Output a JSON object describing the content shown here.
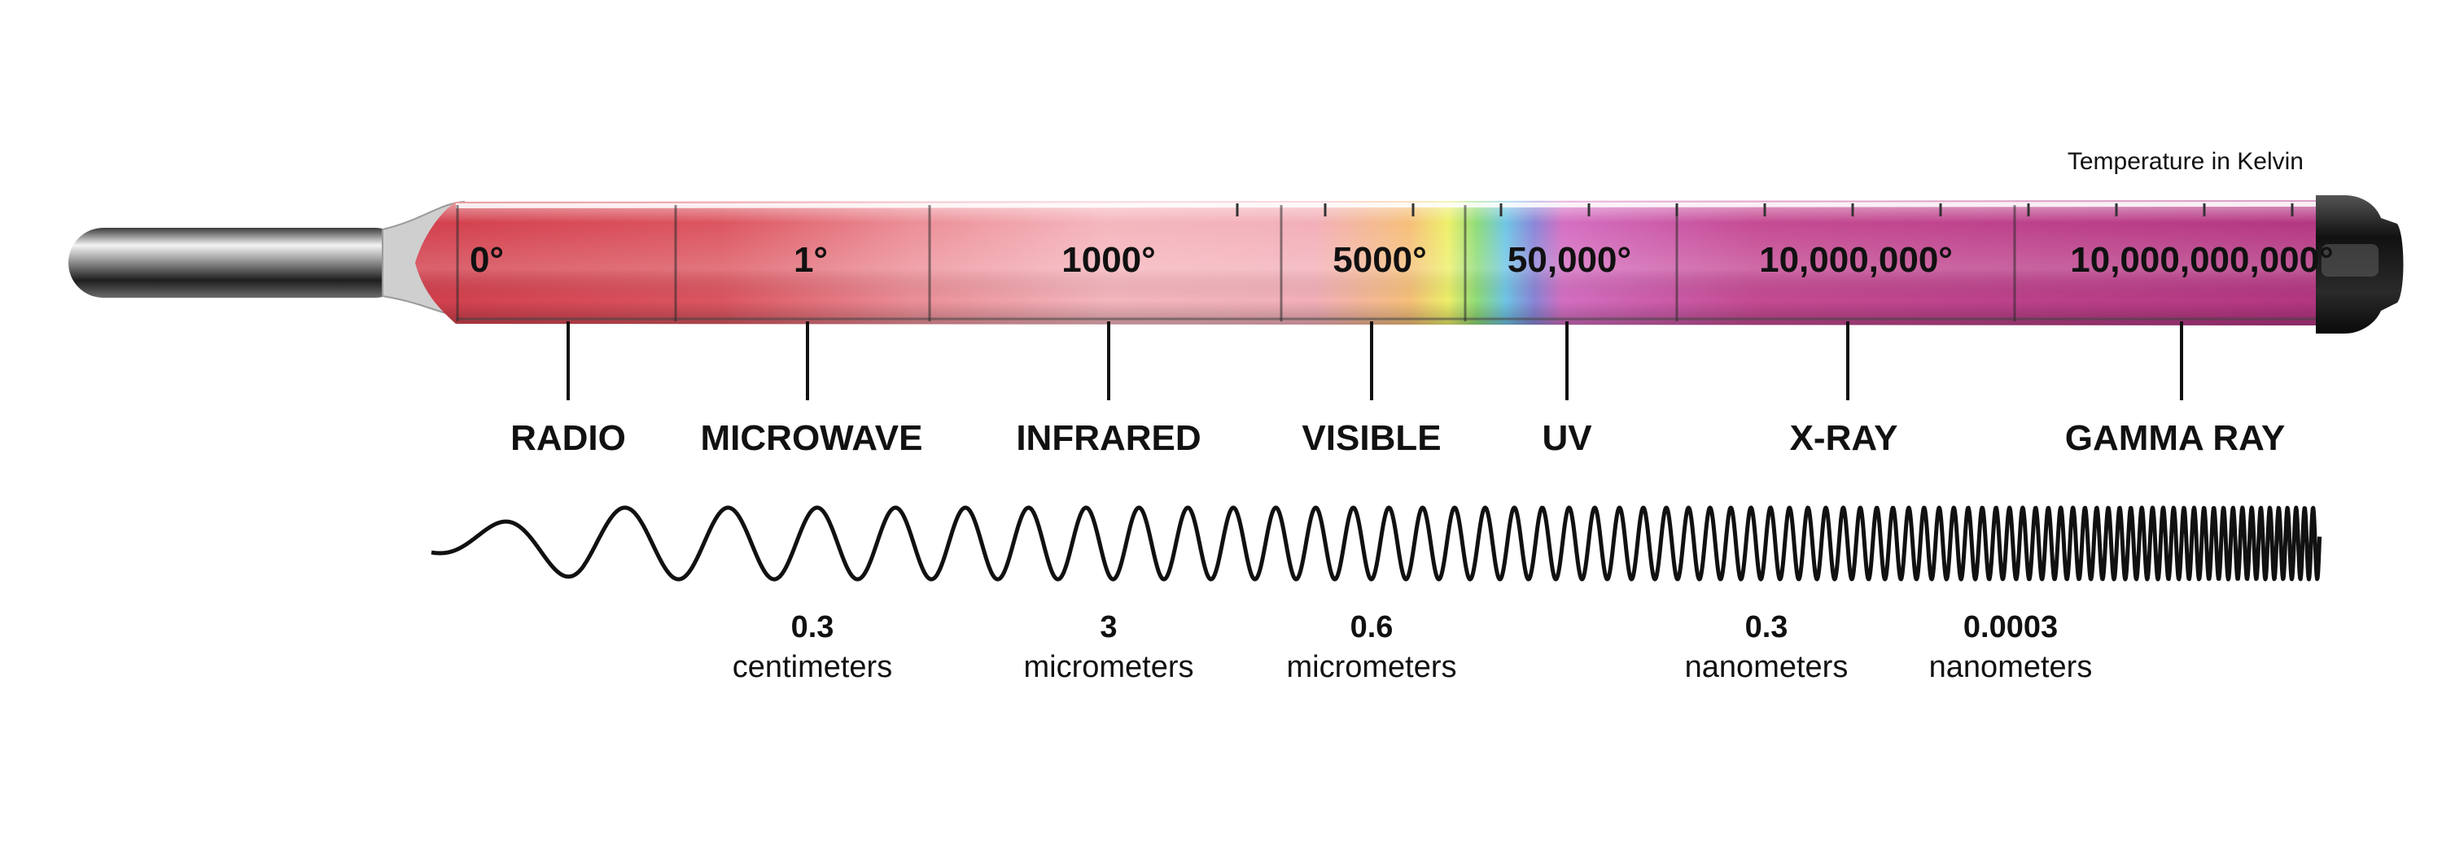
{
  "caption": "Temperature in Kelvin",
  "temperatures": [
    "0°",
    "1°",
    "1000°",
    "5000°",
    "50,000°",
    "10,000,000°",
    "10,000,000,000°"
  ],
  "bands": [
    "RADIO",
    "MICROWAVE",
    "INFRARED",
    "VISIBLE",
    "UV",
    "X-RAY",
    "GAMMA RAY"
  ],
  "wavelengths": [
    {
      "value": "0.3",
      "unit": "centimeters"
    },
    {
      "value": "3",
      "unit": "micrometers"
    },
    {
      "value": "0.6",
      "unit": "micrometers"
    },
    {
      "value": "0.3",
      "unit": "nanometers"
    },
    {
      "value": "0.0003",
      "unit": "nanometers"
    }
  ],
  "colors": {
    "tube_red": "#d9434f",
    "tube_pink": "#f0a7b0",
    "tube_magenta": "#b8367f",
    "text": "#111111",
    "cap": "#222222"
  }
}
